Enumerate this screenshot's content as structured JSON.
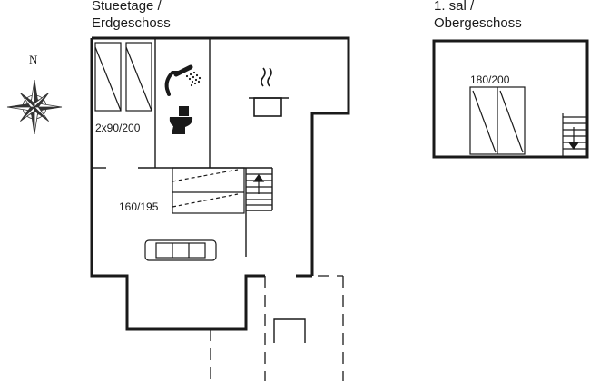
{
  "ground_floor": {
    "heading_line1": "Stueetage /",
    "heading_line2": "Erdgeschoss",
    "bed_label": "2x90/200",
    "sofabed_label": "160/195"
  },
  "upper_floor": {
    "heading_line1": "1. sal /",
    "heading_line2": "Obergeschoss",
    "bed_label": "180/200"
  },
  "compass": {
    "north_label": "N"
  },
  "icons": [
    "compass-rose-icon",
    "shower-icon",
    "toilet-icon",
    "cooking-pot-icon",
    "sofa-icon",
    "single-bed-icon",
    "double-bed-icon",
    "stairs-up-icon",
    "stairs-down-icon",
    "garden-chair-icon"
  ]
}
